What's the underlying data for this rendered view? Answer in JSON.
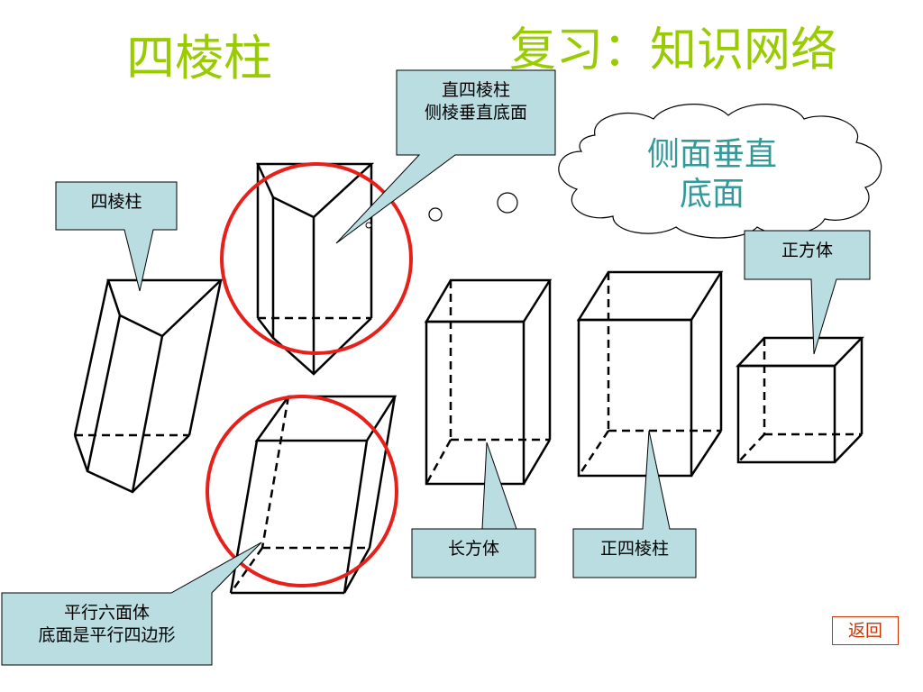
{
  "slide": {
    "title": "四棱柱",
    "heading_part1": "复",
    "heading_part2": "习：知识网络"
  },
  "callouts": {
    "prism": "四棱柱",
    "right_prism_line1": "直四棱柱",
    "right_prism_line2": "侧棱垂直底面",
    "cloud_line1": "侧面垂直",
    "cloud_line2": "底面",
    "cube": "正方体",
    "cuboid": "长方体",
    "regular_prism": "正四棱柱",
    "parallelepiped_line1": "平行六面体",
    "parallelepiped_line2": "底面是平行四边形"
  },
  "nav": {
    "return_label": "返回"
  },
  "colors": {
    "title_green": "#99CC00",
    "teal": "#339999",
    "callout_fill": "#B9DDE1",
    "highlight_circle": "#E8201A",
    "return_red": "#CC3300"
  }
}
